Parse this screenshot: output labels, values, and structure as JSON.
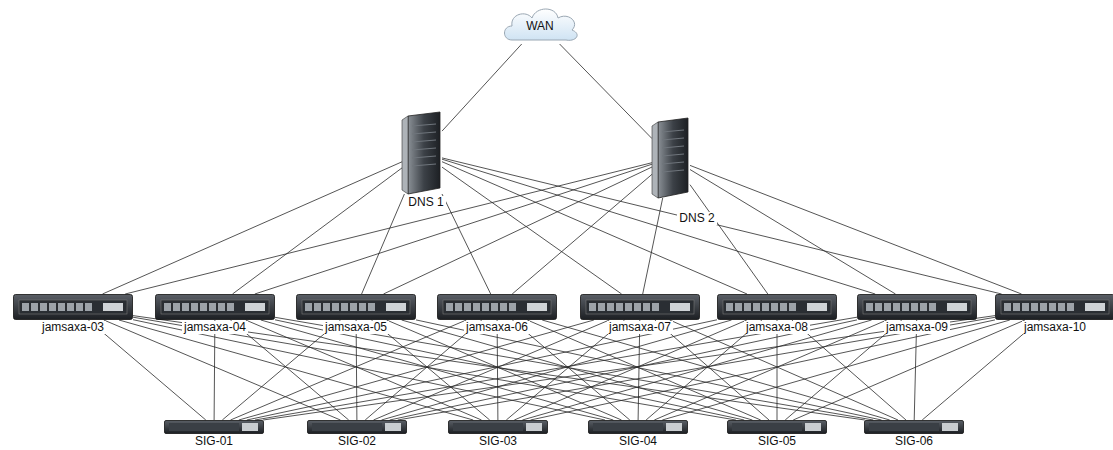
{
  "diagram": {
    "nodes": [
      {
        "text": [
          "WAN"
        ]
      },
      {
        "text": [
          "DNS 1"
        ]
      },
      {
        "text": [
          "DNS 2"
        ]
      },
      {
        "text": [
          "jamsaxa-03"
        ]
      },
      {
        "text": [
          "jamsaxa-04"
        ]
      },
      {
        "text": [
          "jamsaxa-05"
        ]
      },
      {
        "text": [
          "jamsaxa-06"
        ]
      },
      {
        "text": [
          "jamsaxa-07"
        ]
      },
      {
        "text": [
          "jamsaxa-08"
        ]
      },
      {
        "text": [
          "jamsaxa-09"
        ]
      },
      {
        "text": [
          "jamsaxa-10"
        ]
      },
      {
        "text": [
          "SIG-01"
        ]
      },
      {
        "text": [
          "SIG-02"
        ]
      },
      {
        "text": [
          "SIG-03"
        ]
      },
      {
        "text": [
          "SIG-04"
        ]
      },
      {
        "text": [
          "SIG-05"
        ]
      },
      {
        "text": [
          "SIG-06"
        ]
      }
    ],
    "edges": [
      {
        "from": 0,
        "to": 1,
        "arrow": "none"
      },
      {
        "from": 0,
        "to": 2,
        "arrow": "none"
      },
      {
        "from": 1,
        "to": 3,
        "arrow": "none"
      },
      {
        "from": 1,
        "to": 4,
        "arrow": "none"
      },
      {
        "from": 1,
        "to": 5,
        "arrow": "none"
      },
      {
        "from": 1,
        "to": 6,
        "arrow": "none"
      },
      {
        "from": 1,
        "to": 7,
        "arrow": "none"
      },
      {
        "from": 1,
        "to": 8,
        "arrow": "none"
      },
      {
        "from": 1,
        "to": 9,
        "arrow": "none"
      },
      {
        "from": 1,
        "to": 10,
        "arrow": "none"
      },
      {
        "from": 2,
        "to": 3,
        "arrow": "none"
      },
      {
        "from": 2,
        "to": 4,
        "arrow": "none"
      },
      {
        "from": 2,
        "to": 5,
        "arrow": "none"
      },
      {
        "from": 2,
        "to": 6,
        "arrow": "none"
      },
      {
        "from": 2,
        "to": 7,
        "arrow": "none"
      },
      {
        "from": 2,
        "to": 8,
        "arrow": "none"
      },
      {
        "from": 2,
        "to": 9,
        "arrow": "none"
      },
      {
        "from": 2,
        "to": 10,
        "arrow": "none"
      },
      {
        "from": 3,
        "to": 11,
        "arrow": "none"
      },
      {
        "from": 3,
        "to": 12,
        "arrow": "none"
      },
      {
        "from": 3,
        "to": 13,
        "arrow": "none"
      },
      {
        "from": 3,
        "to": 14,
        "arrow": "none"
      },
      {
        "from": 3,
        "to": 15,
        "arrow": "none"
      },
      {
        "from": 3,
        "to": 16,
        "arrow": "none"
      },
      {
        "from": 4,
        "to": 11,
        "arrow": "none"
      },
      {
        "from": 4,
        "to": 12,
        "arrow": "none"
      },
      {
        "from": 4,
        "to": 13,
        "arrow": "none"
      },
      {
        "from": 4,
        "to": 14,
        "arrow": "none"
      },
      {
        "from": 4,
        "to": 15,
        "arrow": "none"
      },
      {
        "from": 4,
        "to": 16,
        "arrow": "none"
      },
      {
        "from": 5,
        "to": 11,
        "arrow": "none"
      },
      {
        "from": 5,
        "to": 12,
        "arrow": "none"
      },
      {
        "from": 5,
        "to": 13,
        "arrow": "none"
      },
      {
        "from": 5,
        "to": 14,
        "arrow": "none"
      },
      {
        "from": 5,
        "to": 15,
        "arrow": "none"
      },
      {
        "from": 5,
        "to": 16,
        "arrow": "none"
      },
      {
        "from": 6,
        "to": 11,
        "arrow": "none"
      },
      {
        "from": 6,
        "to": 12,
        "arrow": "none"
      },
      {
        "from": 6,
        "to": 13,
        "arrow": "none"
      },
      {
        "from": 6,
        "to": 14,
        "arrow": "none"
      },
      {
        "from": 6,
        "to": 15,
        "arrow": "none"
      },
      {
        "from": 6,
        "to": 16,
        "arrow": "none"
      },
      {
        "from": 7,
        "to": 11,
        "arrow": "none"
      },
      {
        "from": 7,
        "to": 12,
        "arrow": "none"
      },
      {
        "from": 7,
        "to": 13,
        "arrow": "none"
      },
      {
        "from": 7,
        "to": 14,
        "arrow": "none"
      },
      {
        "from": 7,
        "to": 15,
        "arrow": "none"
      },
      {
        "from": 7,
        "to": 16,
        "arrow": "none"
      },
      {
        "from": 8,
        "to": 11,
        "arrow": "none"
      },
      {
        "from": 8,
        "to": 12,
        "arrow": "none"
      },
      {
        "from": 8,
        "to": 13,
        "arrow": "none"
      },
      {
        "from": 8,
        "to": 14,
        "arrow": "none"
      },
      {
        "from": 8,
        "to": 15,
        "arrow": "none"
      },
      {
        "from": 8,
        "to": 16,
        "arrow": "none"
      },
      {
        "from": 9,
        "to": 11,
        "arrow": "none"
      },
      {
        "from": 9,
        "to": 12,
        "arrow": "none"
      },
      {
        "from": 9,
        "to": 13,
        "arrow": "none"
      },
      {
        "from": 9,
        "to": 14,
        "arrow": "none"
      },
      {
        "from": 9,
        "to": 15,
        "arrow": "none"
      },
      {
        "from": 9,
        "to": 16,
        "arrow": "none"
      },
      {
        "from": 10,
        "to": 11,
        "arrow": "none"
      },
      {
        "from": 10,
        "to": 12,
        "arrow": "none"
      },
      {
        "from": 10,
        "to": 13,
        "arrow": "none"
      },
      {
        "from": 10,
        "to": 14,
        "arrow": "none"
      },
      {
        "from": 10,
        "to": 15,
        "arrow": "none"
      },
      {
        "from": 10,
        "to": 16,
        "arrow": "none"
      }
    ]
  }
}
